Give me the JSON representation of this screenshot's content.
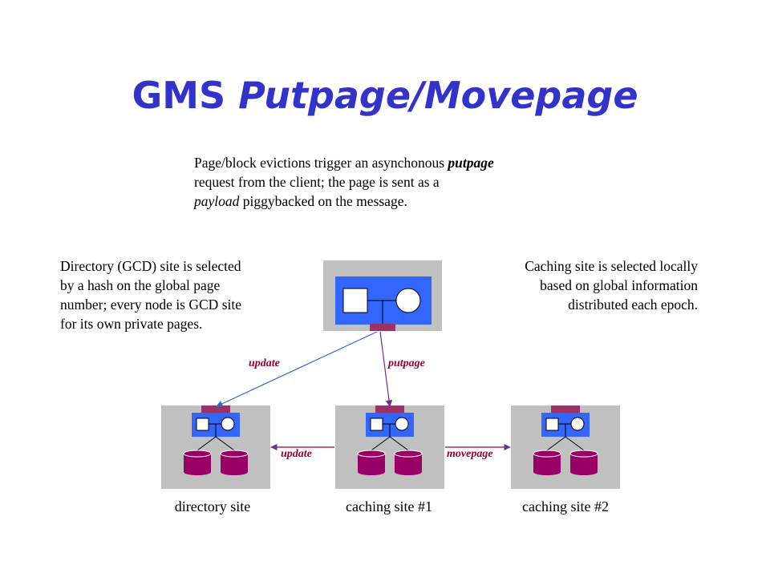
{
  "title": {
    "prefix": "GMS",
    "main": "Putpage/Movepage"
  },
  "intro": {
    "line1_before": "Page/block evictions trigger an asynchonous ",
    "line1_em": "putpage",
    "line2": "request from the client; the page is sent as a",
    "line3_em": "payload",
    "line3_after": " piggybacked on the message."
  },
  "left_note": {
    "lines": [
      "Directory (GCD) site is selected",
      "by a hash on the global page",
      "number; every node is GCD site",
      "for its own private pages."
    ]
  },
  "right_note": {
    "lines": [
      "Caching site is selected locally",
      "based on global information",
      "distributed each epoch."
    ]
  },
  "arrow_labels": {
    "update_top": "update",
    "putpage": "putpage",
    "update_bottom": "update",
    "movepage": "movepage"
  },
  "sites": {
    "directory": "directory site",
    "caching1": "caching site #1",
    "caching2": "caching site #2"
  },
  "colors": {
    "title": "#3333cc",
    "node_bg": "#c0c0c0",
    "node_inner": "#3366ff",
    "port": "#993366",
    "disk": "#990066",
    "arrow_blue": "#3366cc",
    "arrow_label": "#990033"
  }
}
